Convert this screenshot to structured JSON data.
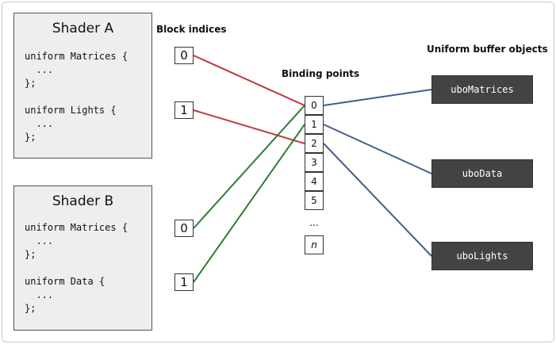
{
  "shaders": [
    {
      "title": "Shader A",
      "code": "uniform Matrices {\n  ...\n};\n\nuniform Lights {\n  ...\n};"
    },
    {
      "title": "Shader B",
      "code": "uniform Matrices {\n  ...\n};\n\nuniform Data {\n  ...\n};"
    }
  ],
  "labels": {
    "block_indices": "Block indices",
    "binding_points": "Binding points",
    "uniform_buffer_objects": "Uniform buffer objects"
  },
  "block_indices": {
    "shader_a": [
      "0",
      "1"
    ],
    "shader_b": [
      "0",
      "1"
    ]
  },
  "binding_points": [
    "0",
    "1",
    "2",
    "3",
    "4",
    "5"
  ],
  "binding_points_ellipsis": "...",
  "binding_points_last": "n",
  "ubos": [
    "uboMatrices",
    "uboData",
    "uboLights"
  ],
  "connections": [
    {
      "from": "shader_a.0",
      "to": "bp.0",
      "color": "#c0393b"
    },
    {
      "from": "shader_a.1",
      "to": "bp.2",
      "color": "#c0393b"
    },
    {
      "from": "shader_b.0",
      "to": "bp.0",
      "color": "#2e7d32"
    },
    {
      "from": "shader_b.1",
      "to": "bp.1",
      "color": "#2e7d32"
    },
    {
      "from": "bp.0",
      "to": "ubo.uboMatrices",
      "color": "#3e5f8a"
    },
    {
      "from": "bp.1",
      "to": "ubo.uboData",
      "color": "#3e5f8a"
    },
    {
      "from": "bp.2",
      "to": "ubo.uboLights",
      "color": "#3e5f8a"
    }
  ]
}
